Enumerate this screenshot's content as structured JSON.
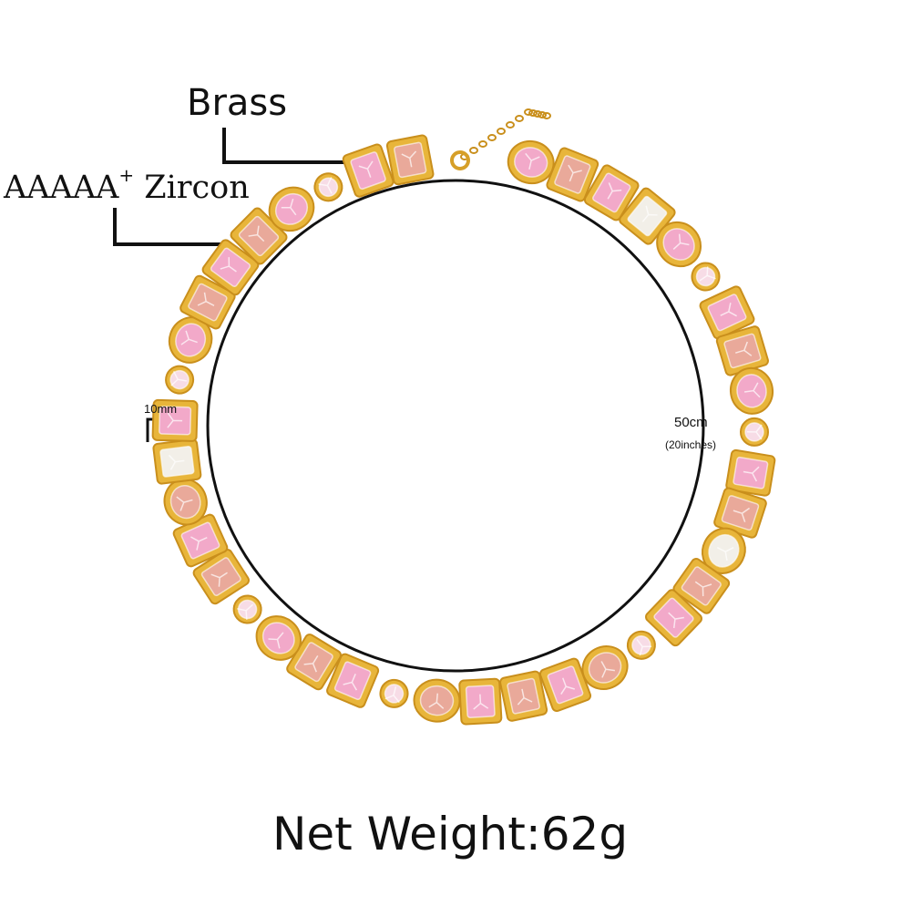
{
  "labels": {
    "material": "Brass",
    "stone_grade": "AAAAA",
    "stone_grade_sup": "+",
    "stone_type": "Zircon",
    "length_metric": "50cm",
    "length_imperial": "(20inches)",
    "stone_width": "10mm",
    "net_weight": "Net Weight:62g"
  },
  "colors": {
    "gold": "#e8b53a",
    "gold_dark": "#c98f1c",
    "pink_stone": "#f2a9c9",
    "peach_stone": "#e9a99a",
    "clear_stone": "#f2efe8",
    "opal_stone": "#f7dce6",
    "line": "#111111"
  },
  "stones": [
    "pink",
    "peach",
    "pink",
    "clear",
    "pink",
    "opal",
    "pink",
    "peach",
    "pink",
    "opal",
    "pink",
    "peach",
    "clear",
    "peach",
    "pink",
    "opal",
    "peach",
    "pink",
    "peach",
    "pink",
    "peach",
    "opal",
    "pink",
    "peach",
    "pink",
    "opal",
    "peach",
    "pink",
    "peach",
    "clear",
    "pink",
    "opal",
    "pink",
    "peach",
    "pink",
    "peach",
    "pink",
    "opal",
    "pink",
    "peach"
  ]
}
